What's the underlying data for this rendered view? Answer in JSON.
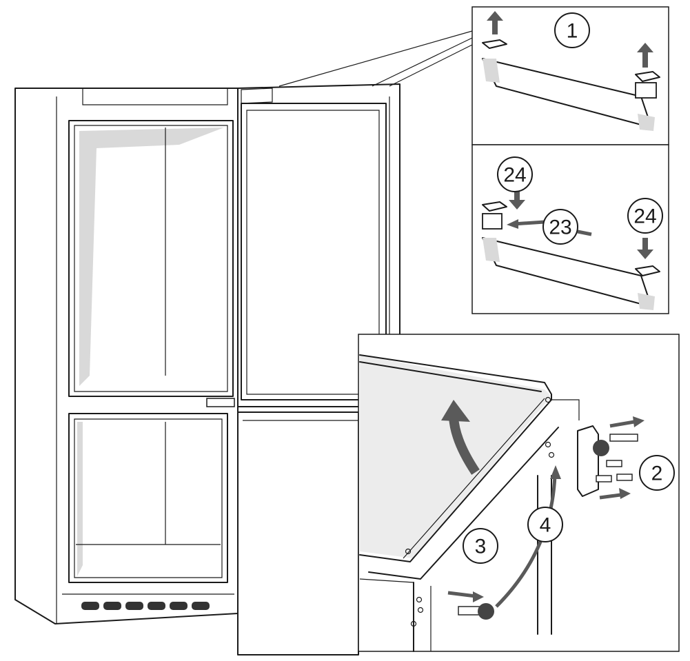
{
  "diagram": {
    "callouts": [
      {
        "id": "c1",
        "label": "1"
      },
      {
        "id": "c24a",
        "label": "24"
      },
      {
        "id": "c23",
        "label": "23"
      },
      {
        "id": "c24b",
        "label": "24"
      },
      {
        "id": "c2",
        "label": "2"
      },
      {
        "id": "c3",
        "label": "3"
      },
      {
        "id": "c4",
        "label": "4"
      }
    ],
    "colors": {
      "line": "#1a1a1a",
      "arrow": "#5a5a5a",
      "shade": "#d9d9d9",
      "background": "#ffffff"
    }
  }
}
